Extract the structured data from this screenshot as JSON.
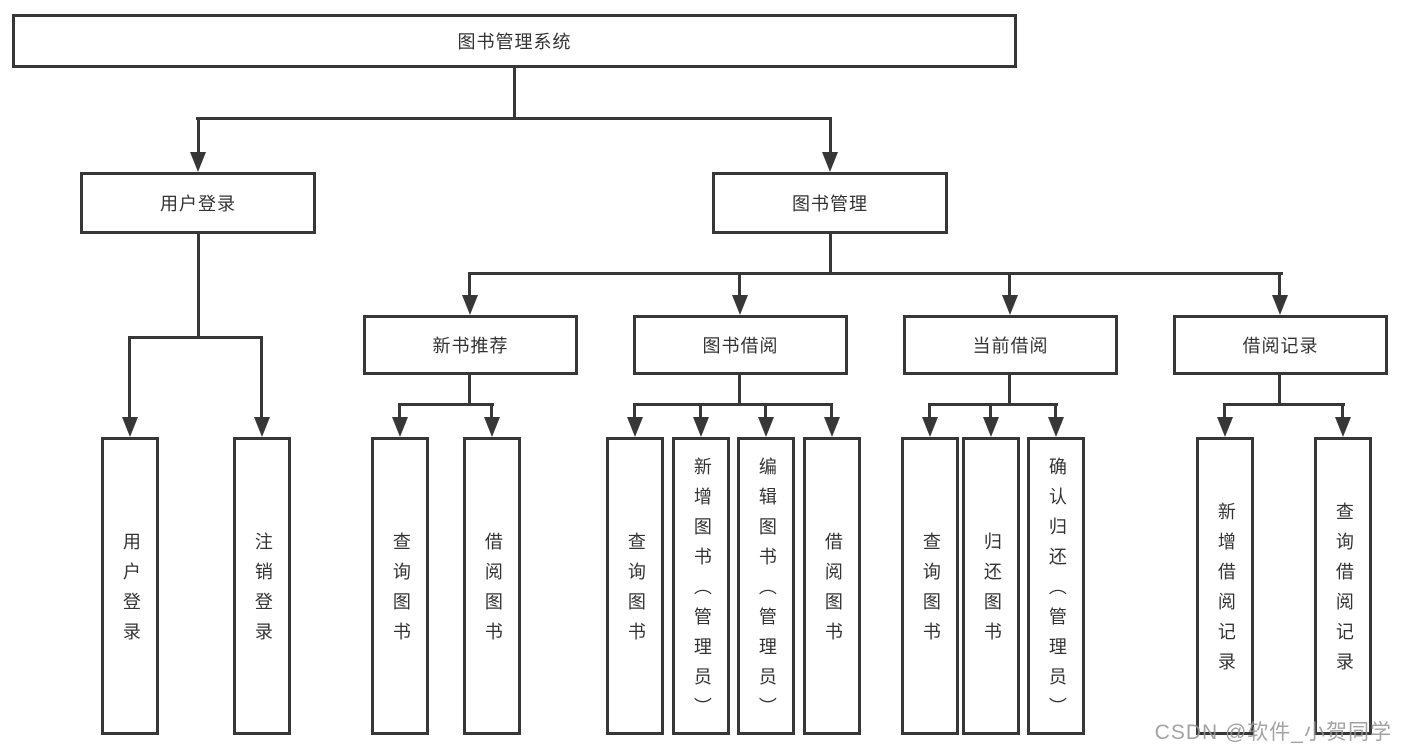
{
  "colors": {
    "line": "#373737",
    "text": "#333333",
    "box_background": "#ffffff",
    "page_background": "#ffffff",
    "watermark_text": "#979797"
  },
  "watermark": {
    "text": "CSDN @软件_小贺同学"
  },
  "tree": {
    "root": {
      "label": "图书管理系统"
    },
    "level2": [
      {
        "label": "用户登录",
        "leaves": [
          "用户登录",
          "注销登录"
        ]
      },
      {
        "label": "图书管理"
      }
    ],
    "level3": [
      {
        "label": "新书推荐",
        "leaves": [
          "查询图书",
          "借阅图书"
        ]
      },
      {
        "label": "图书借阅",
        "leaves": [
          "查询图书",
          "新增图书（管理员）",
          "编辑图书（管理员）",
          "借阅图书"
        ]
      },
      {
        "label": "当前借阅",
        "leaves": [
          "查询图书",
          "归还图书",
          "确认归还（管理员）"
        ]
      },
      {
        "label": "借阅记录",
        "leaves": [
          "新增借阅记录",
          "查询借阅记录"
        ]
      }
    ]
  }
}
